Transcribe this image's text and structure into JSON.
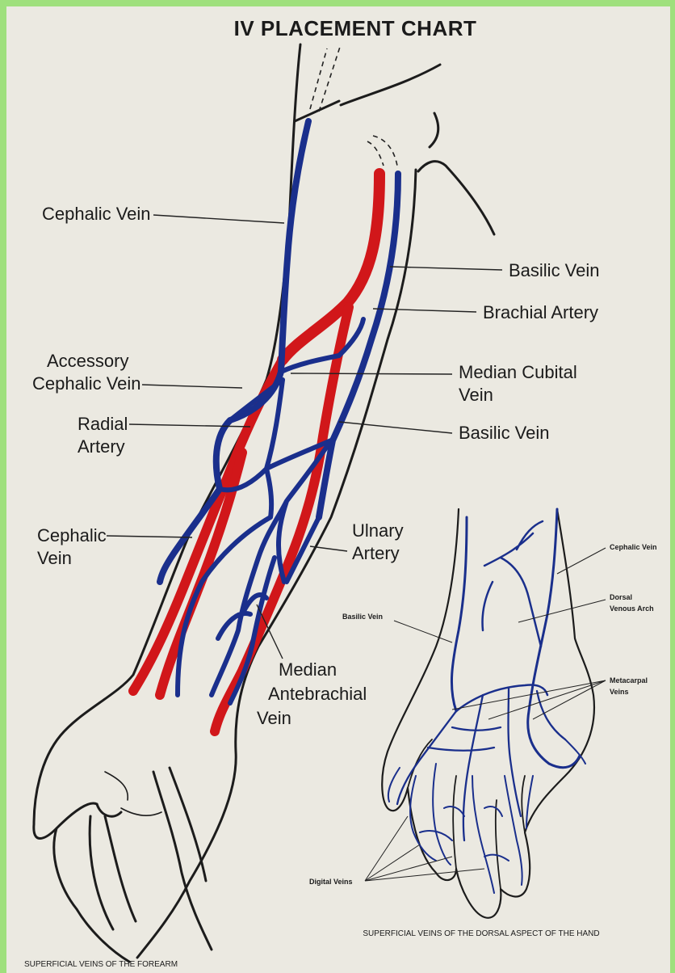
{
  "title": "IV PLACEMENT CHART",
  "forearm_labels": {
    "cephalic_vein_upper": "Cephalic Vein",
    "basilic_vein_upper": "Basilic Vein",
    "brachial_artery": "Brachial Artery",
    "accessory_cephalic_line1": "Accessory",
    "accessory_cephalic_line2": "Cephalic Vein",
    "median_cubital_line1": "Median Cubital",
    "median_cubital_line2": "Vein",
    "radial_artery_line1": "Radial",
    "radial_artery_line2": "Artery",
    "basilic_vein_lower": "Basilic Vein",
    "cephalic_vein_lower_line1": "Cephalic",
    "cephalic_vein_lower_line2": "Vein",
    "ulnary_artery_line1": "Ulnary",
    "ulnary_artery_line2": "Artery",
    "median_antebrachial_line1": "Median",
    "median_antebrachial_line2": "Antebrachial",
    "median_antebrachial_line3": "Vein"
  },
  "hand_labels": {
    "cephalic_vein": "Cephalic Vein",
    "dorsal_venous_arch_line1": "Dorsal",
    "dorsal_venous_arch_line2": "Venous Arch",
    "basilic_vein": "Basilic Vein",
    "metacarpal_veins_line1": "Metacarpal",
    "metacarpal_veins_line2": "Veins",
    "digital_veins": "Digital Veins"
  },
  "captions": {
    "hand": "SUPERFICIAL VEINS OF THE DORSAL ASPECT OF THE HAND",
    "forearm": "SUPERFICIAL VEINS OF THE FOREARM"
  },
  "colors": {
    "vein": "#1a2f8c",
    "artery": "#d1171a",
    "background": "#ebe9e1",
    "border": "#9fe07d"
  }
}
